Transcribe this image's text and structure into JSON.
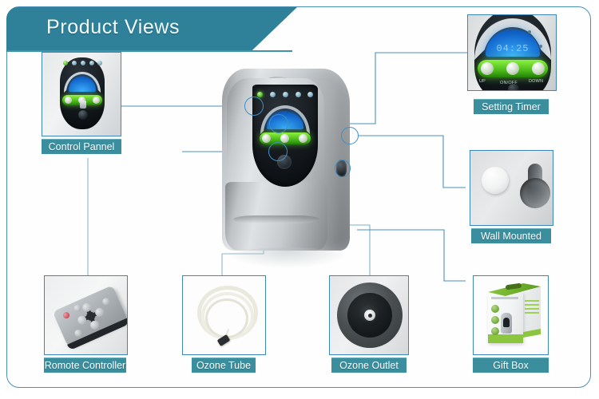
{
  "header": {
    "title": "Product Views",
    "banner_color": "#2e8199"
  },
  "theme": {
    "frame_border": "#4a90b8",
    "caption_bg": "#3a8e9e",
    "caption_text": "#ffffff",
    "wire_color": "#4a90b8",
    "marker_color": "#3f8ec4",
    "accent_green": "#4fbe26",
    "accent_blue": "#1264c8"
  },
  "callouts": [
    {
      "id": "control-pannel",
      "label": "Control Pannel"
    },
    {
      "id": "setting-timer",
      "label": "Setting Timer"
    },
    {
      "id": "wall-mounted",
      "label": "Wall Mounted"
    },
    {
      "id": "romote-controller",
      "label": "Romote Controller"
    },
    {
      "id": "ozone-tube",
      "label": "Ozone Tube"
    },
    {
      "id": "ozone-outlet",
      "label": "Ozone Outlet"
    },
    {
      "id": "gift-box",
      "label": "Gift  Box"
    }
  ],
  "timer_panel": {
    "display_value": "04:25",
    "buttons": [
      {
        "label": "UP"
      },
      {
        "label": "ON/OFF"
      },
      {
        "label": "DOWN"
      }
    ]
  },
  "product": {
    "name": "ozone-generator",
    "led_count": 5,
    "led_colors": [
      "#4fbe26",
      "#7fa9bd",
      "#7fa9bd",
      "#7fa9bd",
      "#7fa9bd"
    ]
  },
  "markers": [
    {
      "id": "marker-panel-top",
      "target": "control-pannel"
    },
    {
      "id": "marker-lcd",
      "target": "setting-timer"
    },
    {
      "id": "marker-power",
      "target": "romote-controller"
    },
    {
      "id": "marker-side-blank",
      "target": "wall-mounted"
    },
    {
      "id": "marker-side-port",
      "target": "ozone-outlet"
    }
  ]
}
